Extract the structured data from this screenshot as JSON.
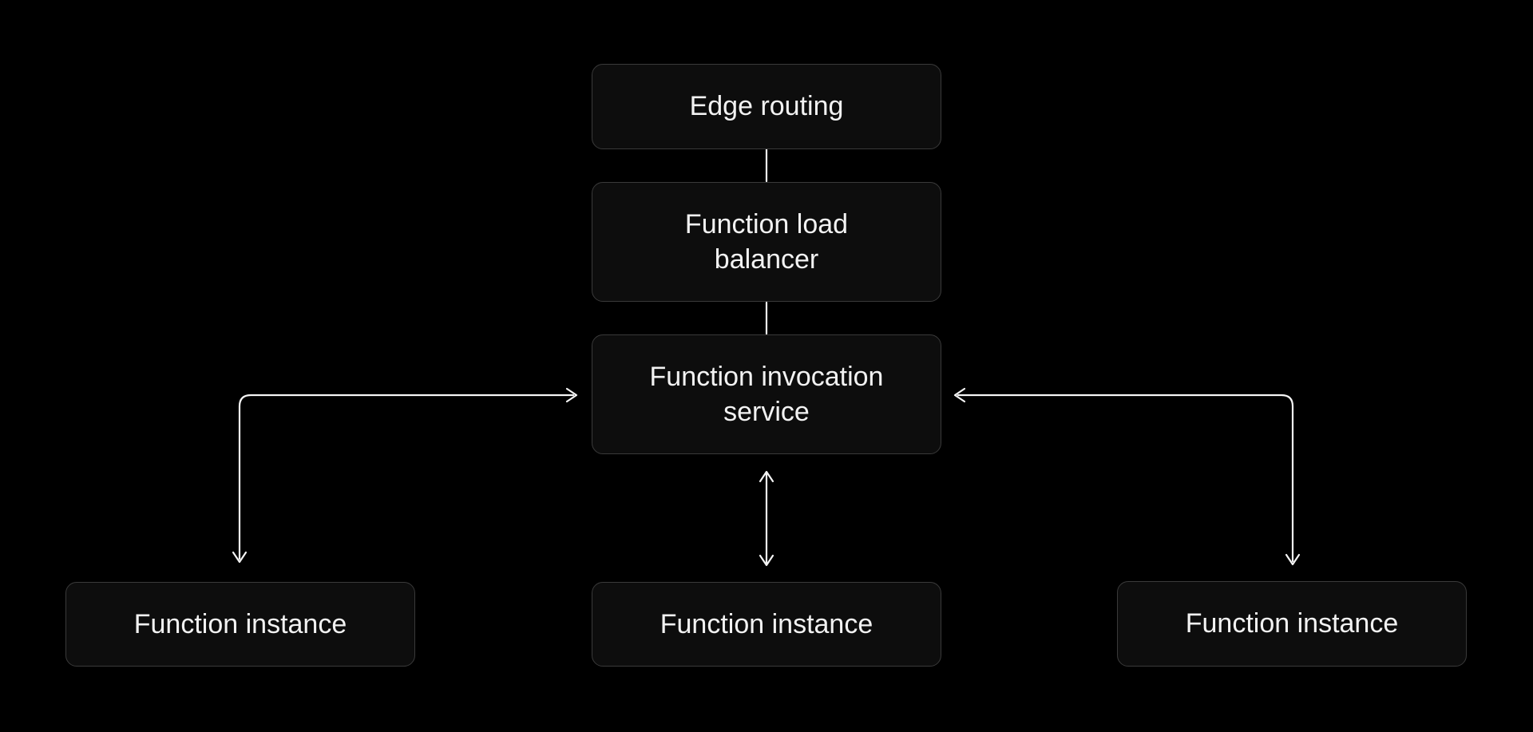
{
  "diagram": {
    "colors": {
      "background": "#000000",
      "box_fill": "#0d0d0d",
      "box_border": "#3a3a3a",
      "text_color": "#f2f2f2",
      "connector_color": "#f5f5f5"
    },
    "nodes": [
      {
        "id": "edge-routing",
        "label": "Edge routing"
      },
      {
        "id": "function-load-balancer",
        "label": "Function load balancer"
      },
      {
        "id": "function-invocation-service",
        "label": "Function invocation service"
      },
      {
        "id": "function-instance-left",
        "label": "Function instance"
      },
      {
        "id": "function-instance-center",
        "label": "Function instance"
      },
      {
        "id": "function-instance-right",
        "label": "Function instance"
      }
    ],
    "edges": [
      {
        "from": "edge-routing",
        "to": "function-load-balancer",
        "type": "line"
      },
      {
        "from": "function-load-balancer",
        "to": "function-invocation-service",
        "type": "line"
      },
      {
        "from": "function-invocation-service",
        "to": "function-instance-left",
        "type": "double-arrow-elbow"
      },
      {
        "from": "function-invocation-service",
        "to": "function-instance-center",
        "type": "double-arrow"
      },
      {
        "from": "function-invocation-service",
        "to": "function-instance-right",
        "type": "double-arrow-elbow"
      }
    ]
  }
}
